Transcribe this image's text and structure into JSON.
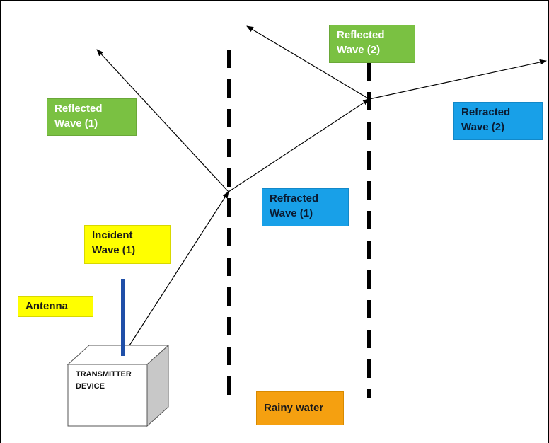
{
  "labels": {
    "reflected_wave_1": "Reflected\nWave (1)",
    "reflected_wave_2": "Reflected\nWave (2)",
    "refracted_wave_1": "Refracted\nWave (1)",
    "refracted_wave_2": "Refracted\nWave (2)",
    "incident_wave_1": "Incident\nWave (1)",
    "antenna": "Antenna",
    "transmitter_device": "TRANSMITTER\nDEVICE",
    "rainy_water": "Rainy water"
  },
  "colors": {
    "reflected": "#7ac142",
    "refracted": "#18a0e8",
    "incident": "#ffff00",
    "medium": "#f5a010",
    "antenna": "#1f4fa8"
  }
}
